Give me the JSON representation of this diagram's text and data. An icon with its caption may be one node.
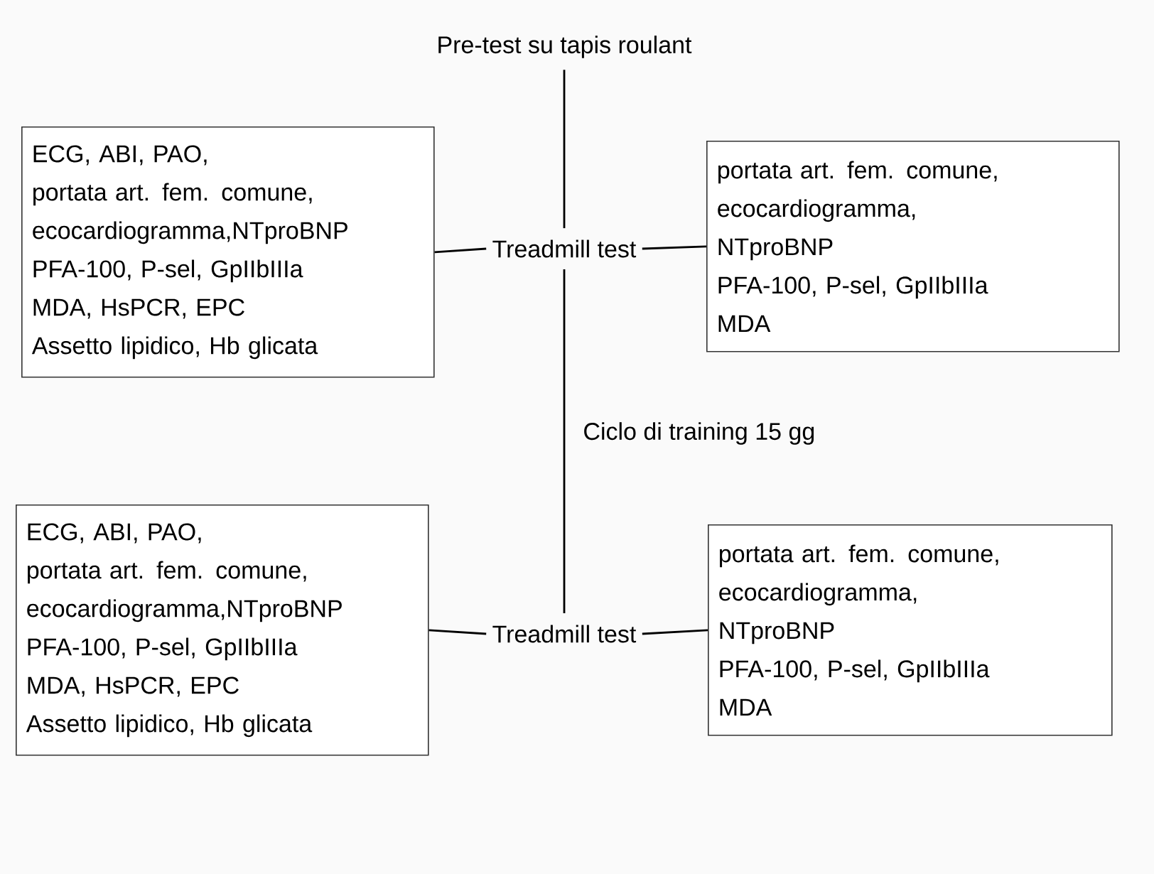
{
  "diagram": {
    "nodes": [
      {
        "text": [
          "Pre-test su tapis roulant"
        ]
      },
      {
        "text": [
          "ECG, ABI, PAO,",
          "portata art. fem. comune,",
          "ecocardiogramma,NTproBNP",
          "PFA-100, P-sel, GpIIbIIIa",
          "MDA, HsPCR, EPC",
          "Assetto lipidico, Hb glicata"
        ]
      },
      {
        "text": [
          "Treadmill test"
        ]
      },
      {
        "text": [
          "portata art. fem. comune,",
          "ecocardiogramma,",
          "NTproBNP",
          "PFA-100, P-sel, GpIIbIIIa",
          "MDA"
        ]
      },
      {
        "text": [
          "ECG, ABI, PAO,",
          "portata art. fem. comune,",
          "ecocardiogramma,NTproBNP",
          "PFA-100, P-sel, GpIIbIIIa",
          "MDA, HsPCR, EPC",
          "Assetto lipidico, Hb glicata"
        ]
      },
      {
        "text": [
          "Treadmill test"
        ]
      },
      {
        "text": [
          "portata art. fem. comune,",
          "ecocardiogramma,",
          "NTproBNP",
          "PFA-100, P-sel, GpIIbIIIa",
          "MDA"
        ]
      }
    ],
    "edges": [
      {
        "from": 0,
        "to": 2,
        "arrow": "none"
      },
      {
        "from": 1,
        "to": 2,
        "arrow": "none"
      },
      {
        "from": 2,
        "to": 3,
        "arrow": "none"
      },
      {
        "from": 2,
        "to": 5,
        "arrow": "none",
        "label": "Ciclo di training 15 gg"
      },
      {
        "from": 4,
        "to": 5,
        "arrow": "none"
      },
      {
        "from": 5,
        "to": 6,
        "arrow": "none"
      }
    ]
  }
}
